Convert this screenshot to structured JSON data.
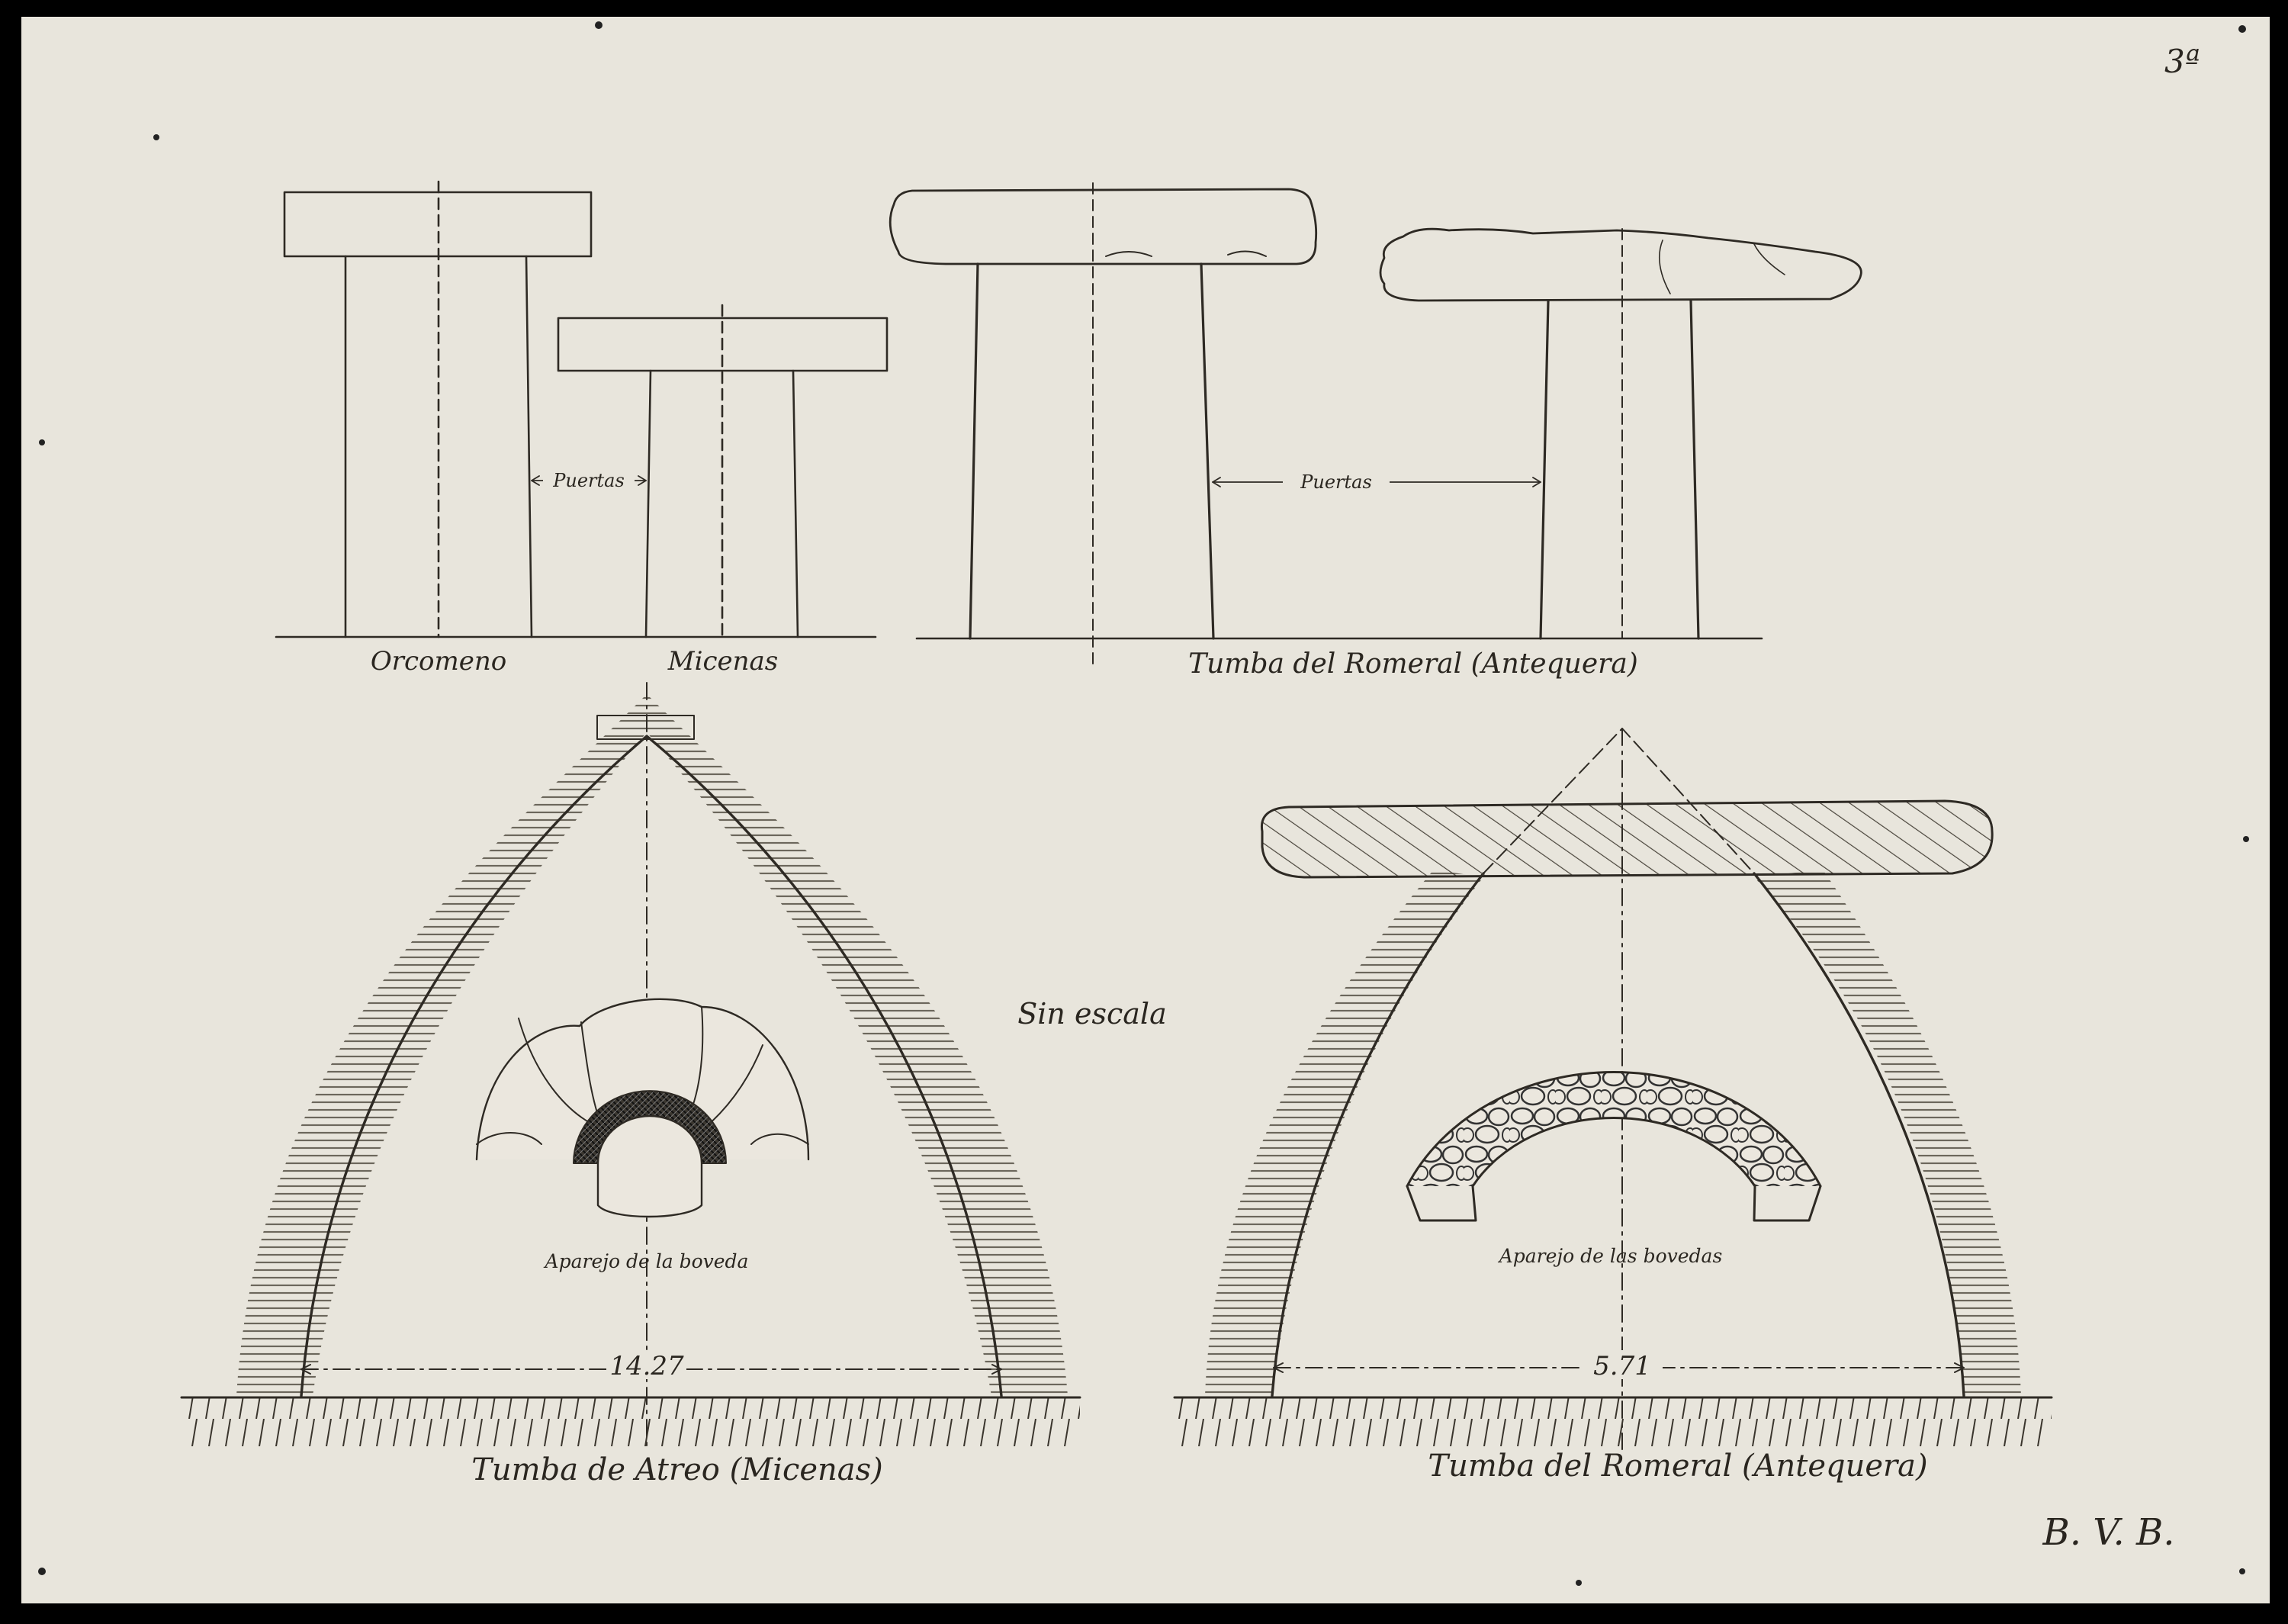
{
  "page_number": "3ª",
  "top_row": {
    "label_orcomeno": "Orcomeno",
    "label_micenas": "Micenas",
    "label_puertas_left": "Puertas",
    "label_puertas_right": "Puertas",
    "label_romeral": "Tumba del Romeral (Antequera)"
  },
  "bottom_left": {
    "title": "Tumba de Atreo (Micenas)",
    "dimension": "14.27",
    "detail_caption": "Aparejo de la boveda"
  },
  "bottom_right": {
    "title": "Tumba del Romeral (Antequera)",
    "dimension": "5.71",
    "detail_caption": "Aparejo de las bovedas"
  },
  "scale_note": "Sin escala",
  "signature": "B. V. B.",
  "colors": {
    "paper": "#e8e5dc",
    "ink": "#2e2a24",
    "border": "#000000"
  }
}
